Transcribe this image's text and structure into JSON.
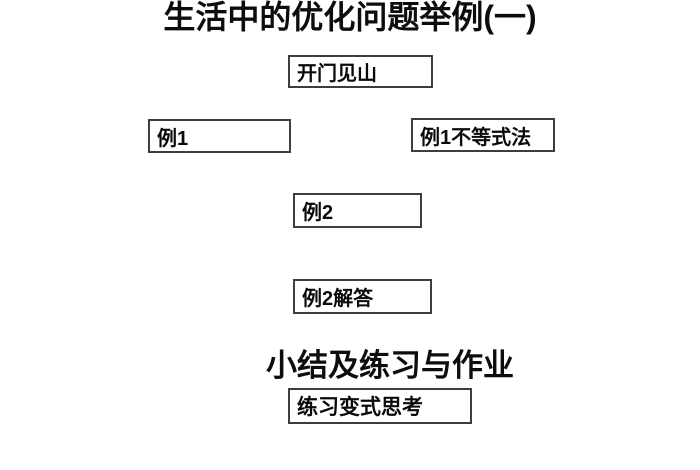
{
  "slide": {
    "title": "生活中的优化问题举例(一)",
    "subheading": "小结及练习与作业",
    "boxes": {
      "kaimenjianshan": {
        "label": "开门见山"
      },
      "example1": {
        "label": "例1"
      },
      "example1_inequality": {
        "label": "例1不等式法"
      },
      "example2": {
        "label": "例2"
      },
      "example2_solution": {
        "label": "例2解答"
      },
      "practice_variant": {
        "label": "练习变式思考"
      }
    },
    "colors": {
      "background": "#ffffff",
      "box_border": "#3d3d3d",
      "text": "#0a0a0a"
    }
  }
}
